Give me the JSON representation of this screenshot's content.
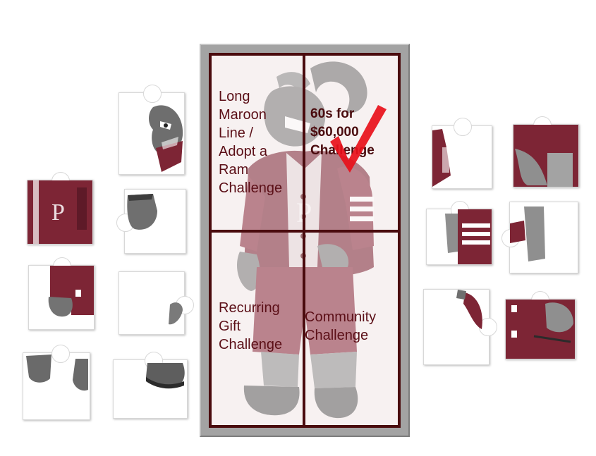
{
  "board": {
    "quadrants": [
      {
        "label": "Long\nMaroon\nLine /\nAdopt a\nRam\nChallenge",
        "completed": false
      },
      {
        "label": "60s for\n$60,000\nChallenge",
        "completed": true
      },
      {
        "label": "Recurring\nGift\nChallenge",
        "completed": false
      },
      {
        "label": "Community\nChallenge",
        "completed": false
      }
    ]
  },
  "colors": {
    "maroon": "#4a0b0e",
    "label_text": "#5b0f17",
    "check": "#e8101a",
    "frame": "#a3a3a3",
    "jacket": "#7d2535",
    "fur": "#7a7a7a"
  },
  "pieces": {
    "left_column": [
      "ram-head-piece",
      "jacket-logo-piece",
      "hoof-piece",
      "fist-piece",
      "jacket-fist-piece",
      "blank-hoof-edge-piece",
      "hoof-pair-piece",
      "hoof-bottom-piece"
    ],
    "right_column": [
      "jacket-shoulder-piece",
      "jacket-arm-piece",
      "sleeve-stripe-piece",
      "arm-fur-piece",
      "horn-edge-piece",
      "jacket-pocket-piece"
    ]
  }
}
